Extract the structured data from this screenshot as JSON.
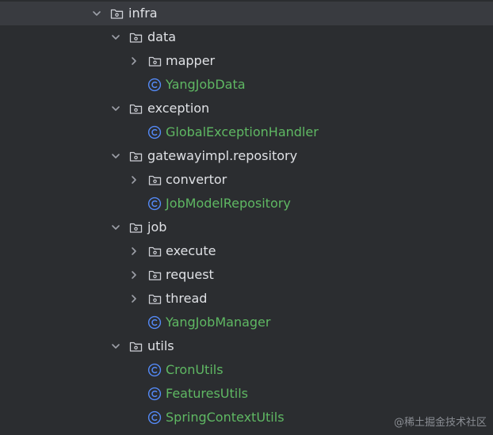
{
  "colors": {
    "background": "#2b2d30",
    "selected_row": "#393b40",
    "package_text": "#dfe1e5",
    "class_text": "#5fb863",
    "class_icon": "#548af7",
    "chevron": "#9da0a8"
  },
  "tree": {
    "infra": {
      "label": "infra",
      "icon": "package-folder-icon",
      "expanded": true
    },
    "data": {
      "label": "data",
      "icon": "package-folder-icon",
      "expanded": true
    },
    "mapper": {
      "label": "mapper",
      "icon": "package-folder-icon",
      "expanded": false
    },
    "yangjobdata": {
      "label": "YangJobData",
      "icon": "class-icon"
    },
    "exception": {
      "label": "exception",
      "icon": "package-folder-icon",
      "expanded": true
    },
    "globalexceptionhandler": {
      "label": "GlobalExceptionHandler",
      "icon": "class-icon"
    },
    "gatewayimpl": {
      "label": "gatewayimpl.repository",
      "icon": "package-folder-icon",
      "expanded": true
    },
    "convertor": {
      "label": "convertor",
      "icon": "package-folder-icon",
      "expanded": false
    },
    "jobmodelrepository": {
      "label": "JobModelRepository",
      "icon": "class-icon"
    },
    "job": {
      "label": "job",
      "icon": "package-folder-icon",
      "expanded": true
    },
    "execute": {
      "label": "execute",
      "icon": "package-folder-icon",
      "expanded": false
    },
    "request": {
      "label": "request",
      "icon": "package-folder-icon",
      "expanded": false
    },
    "thread": {
      "label": "thread",
      "icon": "package-folder-icon",
      "expanded": false
    },
    "yangjobmanager": {
      "label": "YangJobManager",
      "icon": "class-icon"
    },
    "utils": {
      "label": "utils",
      "icon": "package-folder-icon",
      "expanded": true
    },
    "cronutils": {
      "label": "CronUtils",
      "icon": "class-icon"
    },
    "featuresutils": {
      "label": "FeaturesUtils",
      "icon": "class-icon"
    },
    "springcontextutils": {
      "label": "SpringContextUtils",
      "icon": "class-icon"
    }
  },
  "watermark": "@稀土掘金技术社区"
}
